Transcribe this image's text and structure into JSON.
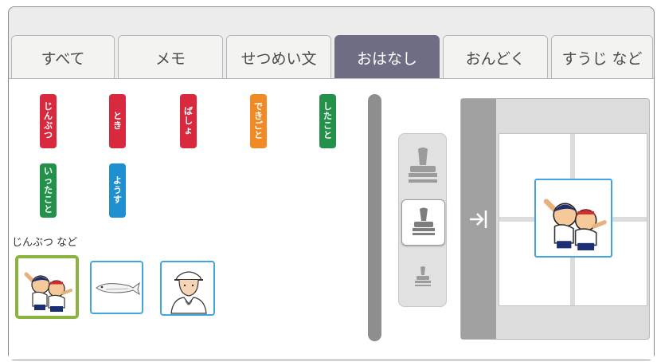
{
  "tabs": [
    {
      "label": "すべて",
      "active": false
    },
    {
      "label": "メモ",
      "active": false
    },
    {
      "label": "せつめい文",
      "active": false
    },
    {
      "label": "おはなし",
      "active": true
    },
    {
      "label": "おんどく",
      "active": false
    },
    {
      "label": "すうじ など",
      "active": false
    }
  ],
  "tags": [
    {
      "label": "じんぶつ",
      "chars": [
        "じ",
        "ん",
        "ぶ",
        "つ"
      ],
      "color": "#d9293f"
    },
    {
      "label": "とき",
      "chars": [
        "と",
        "き"
      ],
      "color": "#d9293f"
    },
    {
      "label": "ばしょ",
      "chars": [
        "ば",
        "し",
        "ょ"
      ],
      "color": "#d9293f"
    },
    {
      "label": "できごと",
      "chars": [
        "で",
        "き",
        "ご",
        "と"
      ],
      "color": "#f08a24"
    },
    {
      "label": "したこと",
      "chars": [
        "し",
        "た",
        "こ",
        "と"
      ],
      "color": "#24914a"
    },
    {
      "label": "いったこと",
      "chars": [
        "い",
        "っ",
        "た",
        "こ",
        "と"
      ],
      "color": "#24914a"
    },
    {
      "label": "ようす",
      "chars": [
        "よ",
        "う",
        "す"
      ],
      "color": "#1e8fd0"
    }
  ],
  "stamp_group": {
    "label": "じんぶつ など",
    "items": [
      {
        "name": "children-hugging-image",
        "selected": true
      },
      {
        "name": "fish-image",
        "selected": false
      },
      {
        "name": "man-with-cap-image",
        "selected": false
      }
    ]
  },
  "stamp_sizes": [
    {
      "size": "large",
      "active": false
    },
    {
      "size": "medium",
      "active": true
    },
    {
      "size": "small",
      "active": false
    }
  ],
  "preview": {
    "placed_stamp": "children-hugging-image",
    "collapse_icon": "arrow-right-to-bar-icon"
  },
  "colors": {
    "active_tab": "#6e6d83",
    "thumb_border": "#41a6dc",
    "selected_border": "#8ab43e"
  }
}
